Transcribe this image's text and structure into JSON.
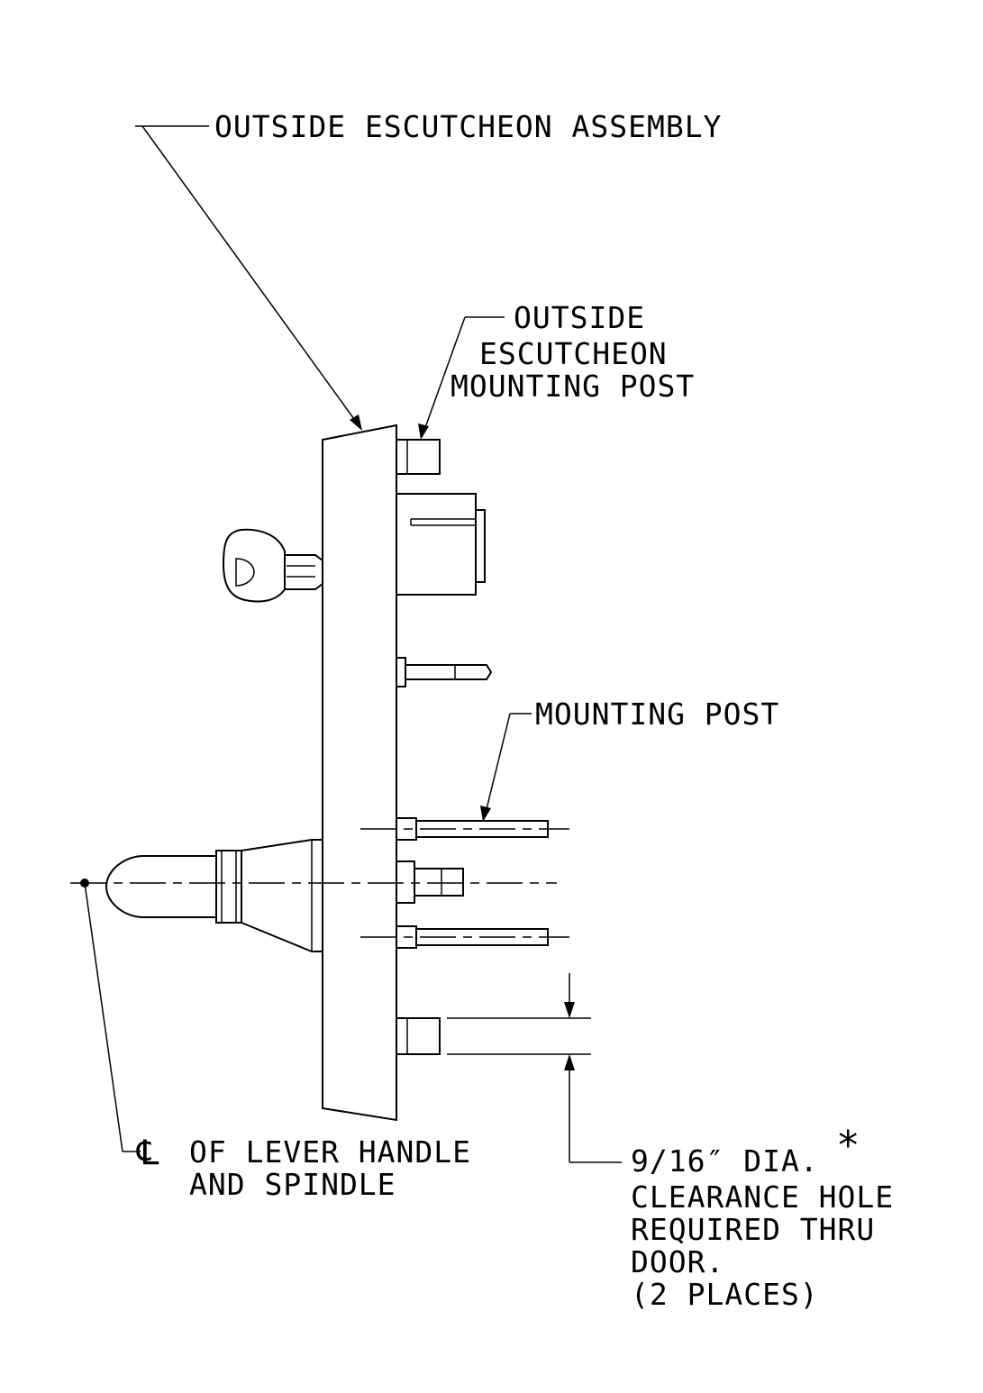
{
  "labels": {
    "outside_escutcheon_assembly": "OUTSIDE ESCUTCHEON ASSEMBLY",
    "outside_mounting_post": [
      "OUTSIDE",
      "ESCUTCHEON",
      "MOUNTING POST"
    ],
    "mounting_post": "MOUNTING POST",
    "centerline_symbol": "℄",
    "centerline_note": [
      "OF LEVER HANDLE",
      "AND SPINDLE"
    ],
    "clearance_hole": [
      "9/16″ DIA.",
      "CLEARANCE HOLE",
      "REQUIRED THRU",
      "DOOR.",
      "(2 PLACES)"
    ],
    "asterisk": "*"
  },
  "colors": {
    "ink": "#000000",
    "paper": "#ffffff"
  }
}
